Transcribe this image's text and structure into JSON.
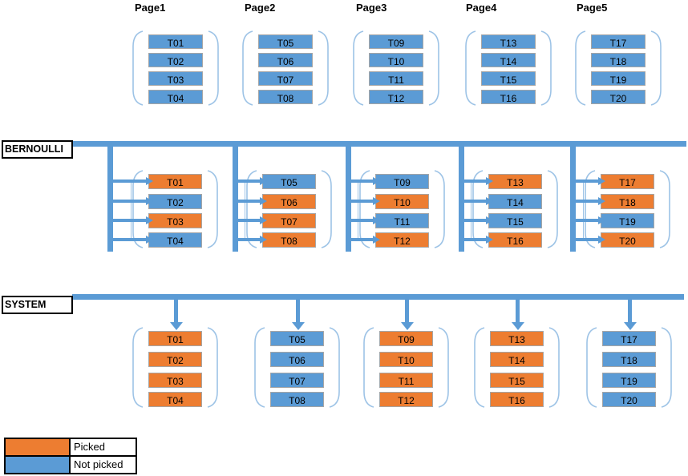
{
  "page_titles": [
    "Page1",
    "Page2",
    "Page3",
    "Page4",
    "Page5"
  ],
  "sections": [
    {
      "name": "",
      "pages": [
        {
          "tuples": [
            {
              "label": "T01",
              "picked": false
            },
            {
              "label": "T02",
              "picked": false
            },
            {
              "label": "T03",
              "picked": false
            },
            {
              "label": "T04",
              "picked": false
            }
          ]
        },
        {
          "tuples": [
            {
              "label": "T05",
              "picked": false
            },
            {
              "label": "T06",
              "picked": false
            },
            {
              "label": "T07",
              "picked": false
            },
            {
              "label": "T08",
              "picked": false
            }
          ]
        },
        {
          "tuples": [
            {
              "label": "T09",
              "picked": false
            },
            {
              "label": "T10",
              "picked": false
            },
            {
              "label": "T11",
              "picked": false
            },
            {
              "label": "T12",
              "picked": false
            }
          ]
        },
        {
          "tuples": [
            {
              "label": "T13",
              "picked": false
            },
            {
              "label": "T14",
              "picked": false
            },
            {
              "label": "T15",
              "picked": false
            },
            {
              "label": "T16",
              "picked": false
            }
          ]
        },
        {
          "tuples": [
            {
              "label": "T17",
              "picked": false
            },
            {
              "label": "T18",
              "picked": false
            },
            {
              "label": "T19",
              "picked": false
            },
            {
              "label": "T20",
              "picked": false
            }
          ]
        }
      ]
    },
    {
      "name": "BERNOULLI",
      "pages": [
        {
          "tuples": [
            {
              "label": "T01",
              "picked": true
            },
            {
              "label": "T02",
              "picked": false
            },
            {
              "label": "T03",
              "picked": true
            },
            {
              "label": "T04",
              "picked": false
            }
          ]
        },
        {
          "tuples": [
            {
              "label": "T05",
              "picked": false
            },
            {
              "label": "T06",
              "picked": true
            },
            {
              "label": "T07",
              "picked": true
            },
            {
              "label": "T08",
              "picked": true
            }
          ]
        },
        {
          "tuples": [
            {
              "label": "T09",
              "picked": false
            },
            {
              "label": "T10",
              "picked": true
            },
            {
              "label": "T11",
              "picked": false
            },
            {
              "label": "T12",
              "picked": true
            }
          ]
        },
        {
          "tuples": [
            {
              "label": "T13",
              "picked": true
            },
            {
              "label": "T14",
              "picked": false
            },
            {
              "label": "T15",
              "picked": false
            },
            {
              "label": "T16",
              "picked": true
            }
          ]
        },
        {
          "tuples": [
            {
              "label": "T17",
              "picked": true
            },
            {
              "label": "T18",
              "picked": true
            },
            {
              "label": "T19",
              "picked": false
            },
            {
              "label": "T20",
              "picked": true
            }
          ]
        }
      ]
    },
    {
      "name": "SYSTEM",
      "pages": [
        {
          "tuples": [
            {
              "label": "T01",
              "picked": true
            },
            {
              "label": "T02",
              "picked": true
            },
            {
              "label": "T03",
              "picked": true
            },
            {
              "label": "T04",
              "picked": true
            }
          ]
        },
        {
          "tuples": [
            {
              "label": "T05",
              "picked": false
            },
            {
              "label": "T06",
              "picked": false
            },
            {
              "label": "T07",
              "picked": false
            },
            {
              "label": "T08",
              "picked": false
            }
          ]
        },
        {
          "tuples": [
            {
              "label": "T09",
              "picked": true
            },
            {
              "label": "T10",
              "picked": true
            },
            {
              "label": "T11",
              "picked": true
            },
            {
              "label": "T12",
              "picked": true
            }
          ]
        },
        {
          "tuples": [
            {
              "label": "T13",
              "picked": true
            },
            {
              "label": "T14",
              "picked": true
            },
            {
              "label": "T15",
              "picked": true
            },
            {
              "label": "T16",
              "picked": true
            }
          ]
        },
        {
          "tuples": [
            {
              "label": "T17",
              "picked": false
            },
            {
              "label": "T18",
              "picked": false
            },
            {
              "label": "T19",
              "picked": false
            },
            {
              "label": "T20",
              "picked": false
            }
          ]
        }
      ]
    }
  ],
  "legend": {
    "items": [
      {
        "label": "Picked",
        "color": "#ED7D31"
      },
      {
        "label": "Not picked",
        "color": "#5B9BD5"
      }
    ]
  },
  "colors": {
    "picked": "#ED7D31",
    "not_picked": "#5B9BD5",
    "bar": "#5B9BD5",
    "bracket": "#9DC3E6",
    "tuple_border": "#A6A6A6"
  }
}
